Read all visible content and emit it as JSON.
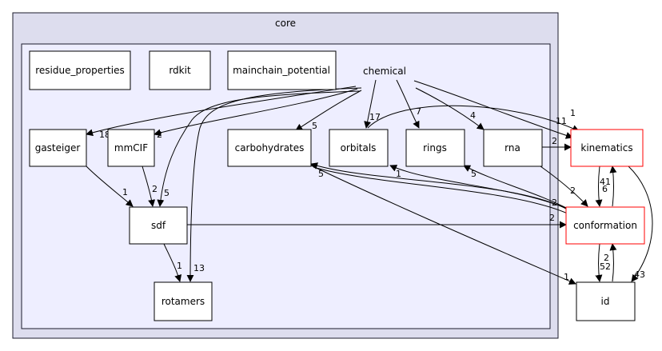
{
  "colors": {
    "outer_fill": "#ddddee",
    "outer_stroke": "#1c1c2c",
    "inner_fill": "#eeeeff",
    "inner_stroke": "#1c1c2c",
    "node_fill": "#ffffff",
    "node_stroke": "#000000",
    "external_stroke": "#ff0000",
    "edge": "#000000"
  },
  "outer_cluster": {
    "label": "core"
  },
  "inner_cluster": {
    "label": "chemical"
  },
  "nodes": {
    "residue_properties": {
      "label": "residue_properties"
    },
    "rdkit": {
      "label": "rdkit"
    },
    "mainchain_potential": {
      "label": "mainchain_potential"
    },
    "gasteiger": {
      "label": "gasteiger"
    },
    "mmcif": {
      "label": "mmCIF"
    },
    "carbohydrates": {
      "label": "carbohydrates"
    },
    "orbitals": {
      "label": "orbitals"
    },
    "rings": {
      "label": "rings"
    },
    "rna": {
      "label": "rna"
    },
    "sdf": {
      "label": "sdf"
    },
    "rotamers": {
      "label": "rotamers"
    },
    "kinematics": {
      "label": "kinematics"
    },
    "conformation": {
      "label": "conformation"
    },
    "id": {
      "label": "id"
    }
  },
  "edge_labels": {
    "chemical_gasteiger": "18",
    "chemical_mmcif": "2",
    "chemical_carbohydrates": "5",
    "chemical_orbitals": "17",
    "chemical_rings": "7",
    "chemical_rna": "4",
    "chemical_kinematics": "11",
    "chemical_sdf": "5",
    "chemical_rotamers": "13",
    "orbitals_kinematics": "1",
    "rna_kinematics": "2",
    "rna_conformation": "2",
    "gasteiger_sdf": "1",
    "mmcif_sdf": "2",
    "sdf_rotamers": "1",
    "sdf_conformation": "2",
    "carbohydrates_id": "1",
    "carbohydrates_extra": "5",
    "conformation_carbohydrates": "2",
    "conformation_orbitals": "1",
    "conformation_rings": "5",
    "kinematics_conformation": "41",
    "conformation_kinematics": "6",
    "kinematics_id": "43",
    "conformation_id": "52",
    "id_conformation": "2"
  }
}
